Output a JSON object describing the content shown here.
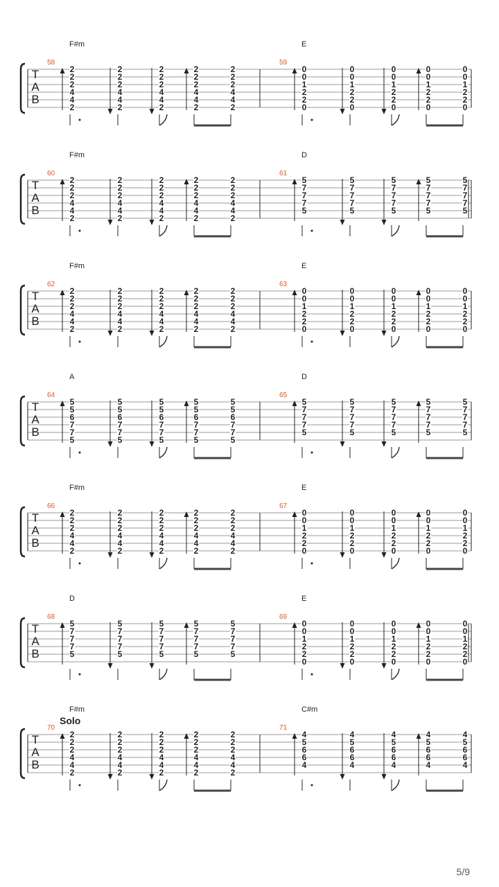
{
  "page_number": "5/9",
  "clef_label": [
    "T",
    "A",
    "B"
  ],
  "colors": {
    "measure_number": "#e0561b",
    "ink": "#222222",
    "staff_line": "#777777"
  },
  "systems": [
    {
      "section": "",
      "measures": [
        {
          "number": "58",
          "chord": "F#m",
          "frets": [
            "2",
            "2",
            "2",
            "4",
            "4",
            "2"
          ]
        },
        {
          "number": "59",
          "chord": "E",
          "frets": [
            "0",
            "0",
            "1",
            "2",
            "2",
            "0"
          ]
        }
      ]
    },
    {
      "section": "",
      "end_double_bar": true,
      "measures": [
        {
          "number": "60",
          "chord": "F#m",
          "frets": [
            "2",
            "2",
            "2",
            "4",
            "4",
            "2"
          ]
        },
        {
          "number": "61",
          "chord": "D",
          "frets": [
            "5",
            "7",
            "7",
            "7",
            "5",
            ""
          ]
        }
      ]
    },
    {
      "section": "",
      "measures": [
        {
          "number": "62",
          "chord": "F#m",
          "frets": [
            "2",
            "2",
            "2",
            "4",
            "4",
            "2"
          ]
        },
        {
          "number": "63",
          "chord": "E",
          "frets": [
            "0",
            "0",
            "1",
            "2",
            "2",
            "0"
          ]
        }
      ]
    },
    {
      "section": "",
      "measures": [
        {
          "number": "64",
          "chord": "A",
          "frets": [
            "5",
            "5",
            "6",
            "7",
            "7",
            "5"
          ]
        },
        {
          "number": "65",
          "chord": "D",
          "frets": [
            "5",
            "7",
            "7",
            "7",
            "5",
            ""
          ]
        }
      ]
    },
    {
      "section": "",
      "measures": [
        {
          "number": "66",
          "chord": "F#m",
          "frets": [
            "2",
            "2",
            "2",
            "4",
            "4",
            "2"
          ]
        },
        {
          "number": "67",
          "chord": "E",
          "frets": [
            "0",
            "0",
            "1",
            "2",
            "2",
            "0"
          ]
        }
      ]
    },
    {
      "section": "",
      "end_double_bar": true,
      "measures": [
        {
          "number": "68",
          "chord": "D",
          "frets": [
            "5",
            "7",
            "7",
            "7",
            "5",
            ""
          ]
        },
        {
          "number": "69",
          "chord": "E",
          "frets": [
            "0",
            "0",
            "1",
            "2",
            "2",
            "0"
          ]
        }
      ]
    },
    {
      "section": "Solo",
      "measures": [
        {
          "number": "70",
          "chord": "F#m",
          "frets": [
            "2",
            "2",
            "2",
            "4",
            "4",
            "2"
          ]
        },
        {
          "number": "71",
          "chord": "C#m",
          "frets": [
            "4",
            "5",
            "6",
            "6",
            "4",
            ""
          ]
        }
      ]
    }
  ],
  "strum_pattern": [
    {
      "direction": "up",
      "rhythm": "dotted-quarter"
    },
    {
      "direction": "down",
      "rhythm": "quarter"
    },
    {
      "direction": "down",
      "rhythm": "eighth"
    },
    {
      "direction": "up",
      "rhythm": "beamed-eighth"
    },
    {
      "direction": "none",
      "rhythm": "beamed-eighth"
    }
  ]
}
